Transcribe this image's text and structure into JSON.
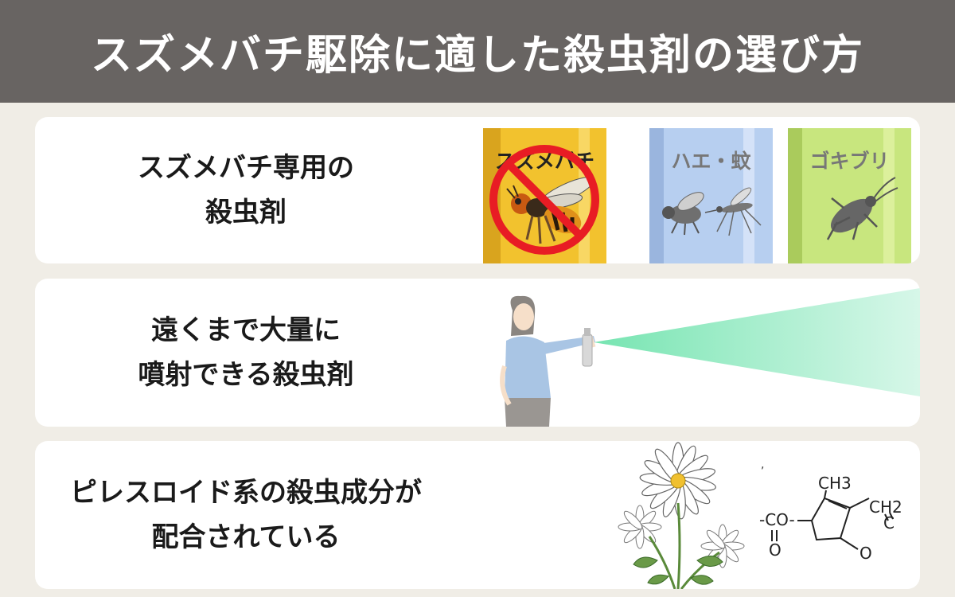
{
  "header": {
    "title": "スズメバチ駆除に適した殺虫剤の選び方",
    "background": "#686462"
  },
  "cards": [
    {
      "lines": [
        "スズメバチ専用の",
        "殺虫剤"
      ],
      "cans": [
        {
          "label": "スズメバチ",
          "color": "#f0c02c",
          "icon": "hornet-icon",
          "prohibited": true
        },
        {
          "label": "ハエ・蚊",
          "color": "#b4cdee",
          "icon": "fly-mosquito-icon"
        },
        {
          "label": "ゴキブリ",
          "color": "#c6e67c",
          "icon": "cockroach-icon"
        }
      ]
    },
    {
      "lines": [
        "遠くまで大量に",
        "噴射できる殺虫剤"
      ],
      "spray_color": "#7fe6b4"
    },
    {
      "lines": [
        "ピレスロイド系の殺虫成分が",
        "配合されている"
      ],
      "chem": {
        "ch3": "CH3",
        "ch2": "CH2",
        "c": "C",
        "co": "-CO-",
        "o_bottom": "O",
        "o_ring": "O",
        "mark": ","
      }
    }
  ]
}
